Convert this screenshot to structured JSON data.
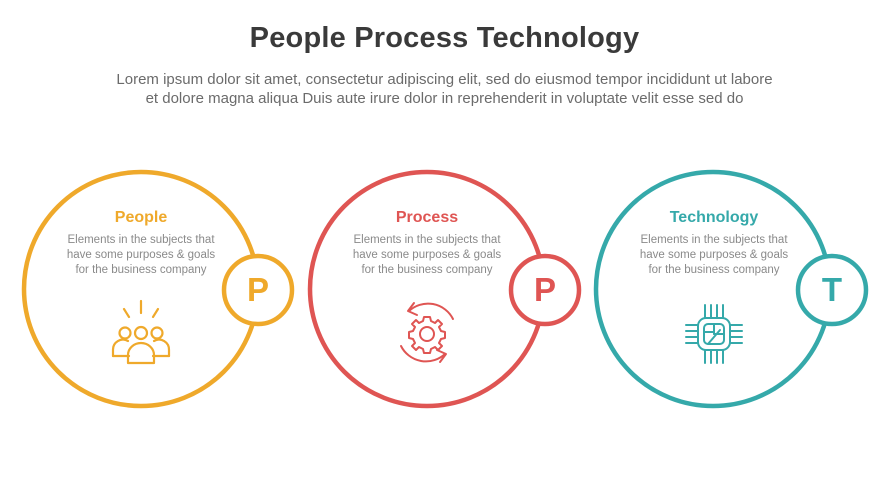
{
  "header": {
    "title": "People Process Technology",
    "subtitle_lines": [
      "Lorem ipsum dolor sit amet, consectetur adipiscing elit, sed do eiusmod tempor incididunt ut labore",
      "et dolore magna aliqua Duis aute irure dolor in reprehenderit in voluptate velit esse sed do"
    ]
  },
  "items": [
    {
      "title": "People",
      "desc_lines": [
        "Elements in the subjects that",
        "have  some purposes & goals",
        "for the  business company"
      ],
      "badge_letter": "P",
      "icon": "people-group-icon",
      "color": "#EFA92B"
    },
    {
      "title": "Process",
      "desc_lines": [
        "Elements in the subjects that",
        "have  some purposes & goals",
        "for the  business company"
      ],
      "badge_letter": "P",
      "icon": "gear-cycle-icon",
      "color": "#DF5553"
    },
    {
      "title": "Technology",
      "desc_lines": [
        "Elements in the subjects that",
        "have  some purposes & goals",
        "for the  business company"
      ],
      "badge_letter": "T",
      "icon": "chip-icon",
      "color": "#35A9AA"
    }
  ]
}
